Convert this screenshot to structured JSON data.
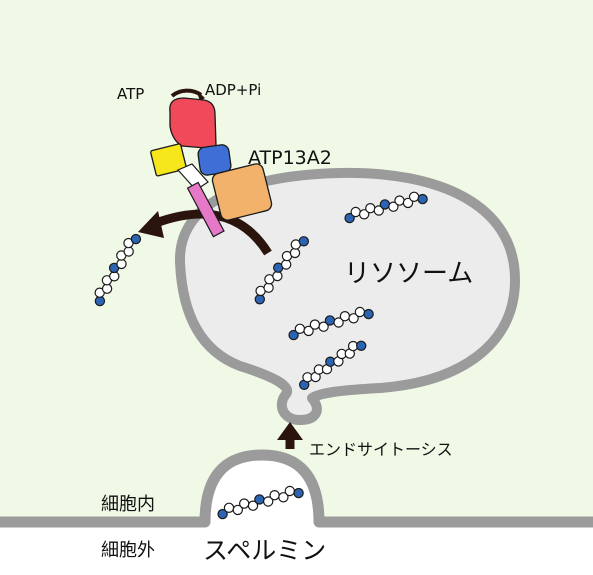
{
  "labels": {
    "atp": "ATP",
    "adp_pi": "ADP+Pi",
    "protein_name": "ATP13A2",
    "lysosome": "リソソーム",
    "endocytosis": "エンドサイトーシス",
    "intracellular": "細胞内",
    "extracellular": "細胞外",
    "spermine": "スペルミン"
  },
  "colors": {
    "cytoplasm": "#f0f8e6",
    "membrane": "#9b9b9b",
    "lysosome_fill": "#ececec",
    "arrow": "#2a140c",
    "bead_blue": "#2c64b4",
    "bead_white": "#ffffff",
    "bead_outline": "#1a1a1a",
    "domain_red": "#f04a5a",
    "domain_blue": "#3d6fd6",
    "domain_yellow": "#f6e71c",
    "domain_orange": "#f2b26b",
    "domain_pink": "#e678c8"
  }
}
